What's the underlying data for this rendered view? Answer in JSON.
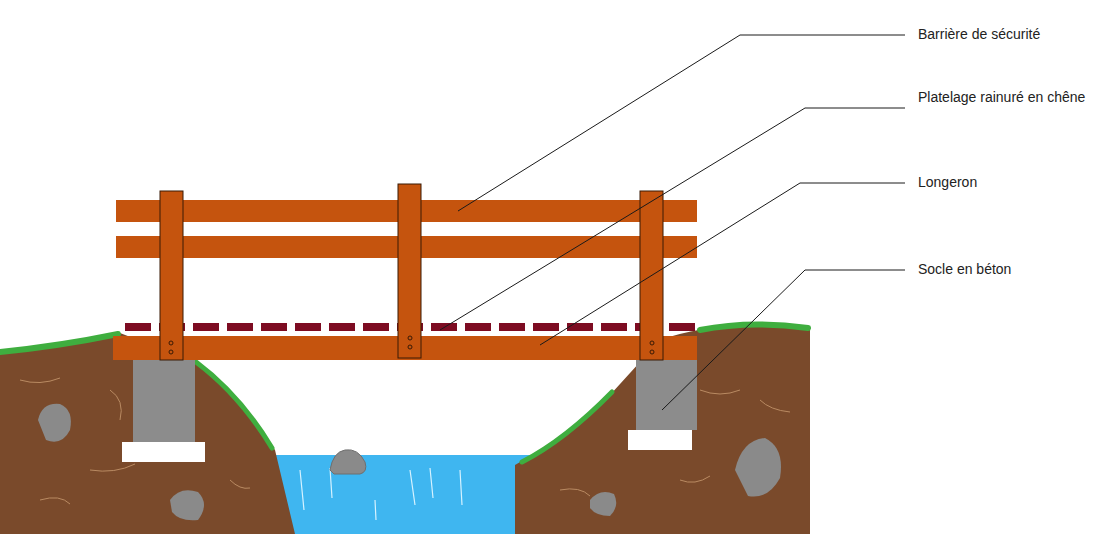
{
  "diagram": {
    "labels": [
      "Barrière de sécurité",
      "Platelage rainuré en chêne",
      "Longeron",
      "Socle en béton"
    ]
  }
}
